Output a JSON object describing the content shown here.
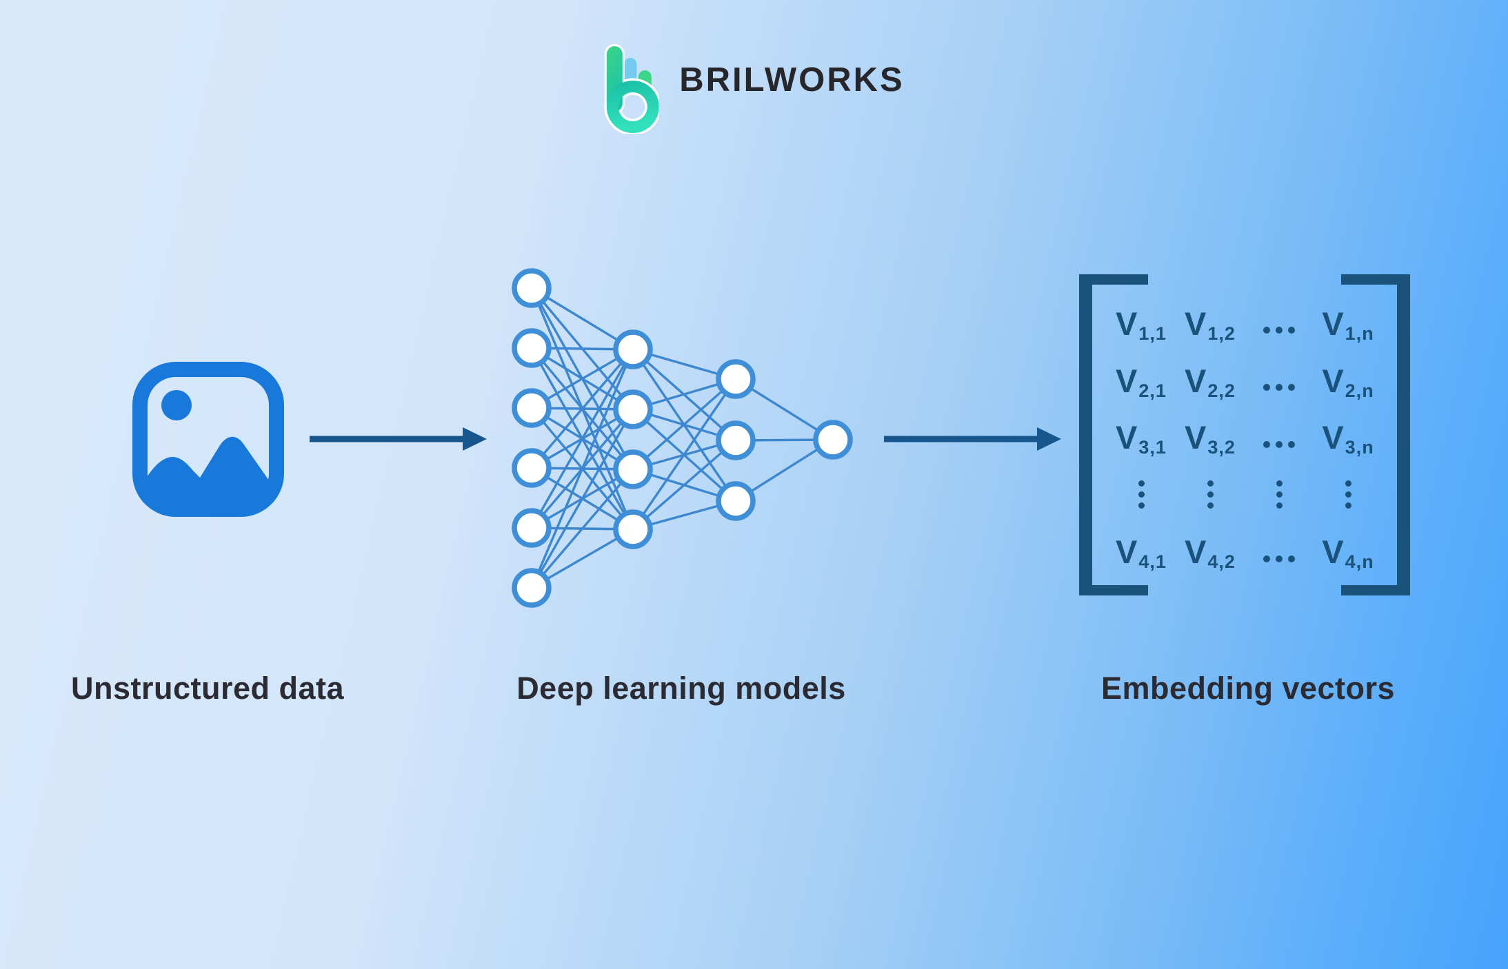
{
  "logo": {
    "brand": "BRILWORKS",
    "mark_icon": "brilworks-b-logo"
  },
  "flow": {
    "stages": [
      {
        "label": "Unstructured data",
        "icon": "image-icon"
      },
      {
        "label": "Deep learning models",
        "icon": "neural-network-icon"
      },
      {
        "label": "Embedding vectors",
        "icon": "embedding-matrix"
      }
    ]
  },
  "network": {
    "layers": [
      6,
      4,
      3,
      1
    ]
  },
  "matrix": {
    "rows": [
      [
        {
          "v": "V",
          "sub": "1,1"
        },
        {
          "v": "V",
          "sub": "1,2"
        },
        {
          "dots": "h"
        },
        {
          "v": "V",
          "sub": "1,n"
        }
      ],
      [
        {
          "v": "V",
          "sub": "2,1"
        },
        {
          "v": "V",
          "sub": "2,2"
        },
        {
          "dots": "h"
        },
        {
          "v": "V",
          "sub": "2,n"
        }
      ],
      [
        {
          "v": "V",
          "sub": "3,1"
        },
        {
          "v": "V",
          "sub": "3,2"
        },
        {
          "dots": "h"
        },
        {
          "v": "V",
          "sub": "3,n"
        }
      ],
      [
        {
          "dots": "v"
        },
        {
          "dots": "v"
        },
        {
          "dots": "v"
        },
        {
          "dots": "v"
        }
      ],
      [
        {
          "v": "V",
          "sub": "4,1"
        },
        {
          "v": "V",
          "sub": "4,2"
        },
        {
          "dots": "h"
        },
        {
          "v": "V",
          "sub": "4,n"
        }
      ]
    ]
  },
  "colors": {
    "background_light": "#d9e9fb",
    "background_deep": "#46a3fc",
    "icon_blue": "#1879da",
    "node_stroke": "#3e8ed8",
    "edge_blue": "#3c87cf",
    "arrow_navy": "#17568c",
    "matrix_navy": "#1a527b",
    "label_dark": "#2c2b33",
    "logo_text_dark": "#27262b",
    "logo_green": "#3bd688",
    "logo_teal": "#1cc2a8",
    "logo_cyan": "#31e0bd",
    "logo_light_blue": "#69c8ec"
  }
}
